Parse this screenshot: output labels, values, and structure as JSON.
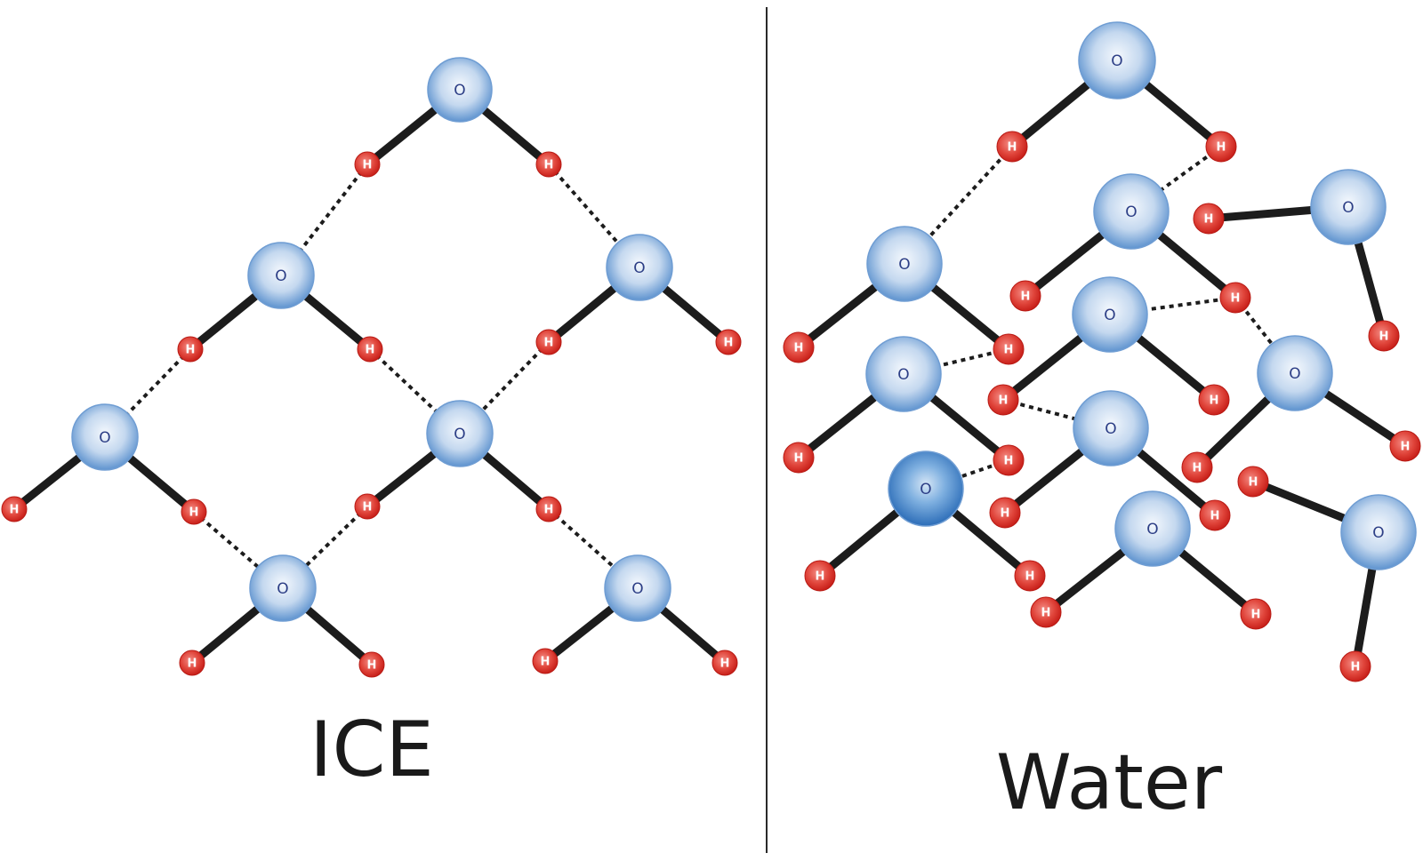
{
  "labels": {
    "ice": "ICE",
    "water": "Water",
    "oxygen": "O",
    "hydrogen": "H"
  },
  "colors": {
    "oxygen_fill_light": "#f4f8fd",
    "oxygen_fill_dark": "#5e93cf",
    "oxygen_stroke": "#6f9dd3",
    "hydrogen_fill_light": "#ee6b62",
    "hydrogen_fill_dark": "#c8201a",
    "covalent_bond": "#1c1c1c",
    "hydrogen_bond": "#1c1c1c",
    "divider": "#2a2a2a",
    "text": "#1a1a1a"
  },
  "icons": {
    "oxygen_atom": "oxygen-atom-icon",
    "hydrogen_atom": "hydrogen-atom-icon"
  }
}
